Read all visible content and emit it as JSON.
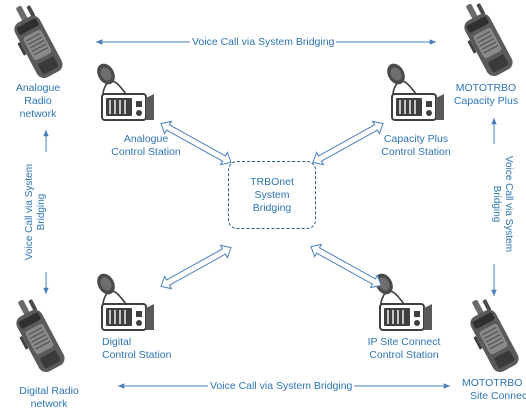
{
  "colors": {
    "accent": "#2e75b6",
    "device_dark": "#3f3f3f",
    "device_mid": "#6b6b6b",
    "link": "#4a7fbf"
  },
  "hub": {
    "lines": [
      "TRBOnet",
      "System",
      "Bridging"
    ]
  },
  "networks": {
    "analogue": {
      "lines": [
        "Analogue",
        "Radio",
        "network"
      ]
    },
    "capacity_plus": {
      "lines": [
        "MOTOTRBO",
        "Capacity Plus"
      ]
    },
    "digital": {
      "lines": [
        "Digital Radio",
        "network"
      ]
    },
    "ip_site": {
      "lines": [
        "MOTOTRBO IP",
        "Site Connect"
      ]
    }
  },
  "stations": {
    "analogue": {
      "lines": [
        "Analogue",
        "Control Station"
      ]
    },
    "capacity_plus": {
      "lines": [
        "Capacity Plus",
        "Control Station"
      ]
    },
    "digital": {
      "lines": [
        "Digital",
        "Control Station"
      ]
    },
    "ip_site": {
      "lines": [
        "IP Site Connect",
        "Control Station"
      ]
    }
  },
  "connections": {
    "top": "Voice Call via System Bridging",
    "bottom": "Voice Call via System Bridging",
    "left": [
      "Voice Call via System",
      "Bridging"
    ],
    "right": [
      "Voice Call via System",
      "Bridging"
    ]
  },
  "icons": {
    "handheld": "handheld-radio-icon",
    "station": "control-station-radio-icon"
  }
}
